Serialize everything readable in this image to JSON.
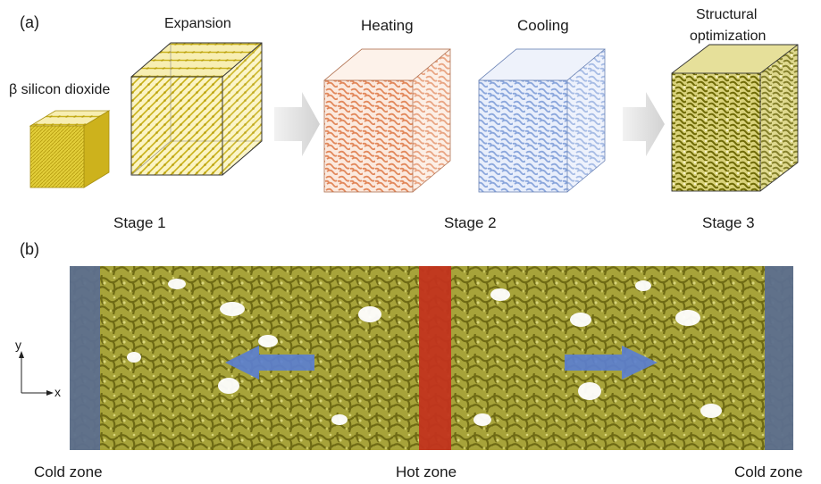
{
  "panel_a": {
    "label": "(a)",
    "source": "β silicon dioxide",
    "steps": [
      "Expansion",
      "Heating",
      "Cooling"
    ],
    "opt_line1": "Structural",
    "opt_line2": "optimization",
    "stages": [
      "Stage 1",
      "Stage 2",
      "Stage 3"
    ],
    "colors": {
      "crystal": "#d8c21a",
      "heating": "#e08c62",
      "cooling": "#8fa9de",
      "optimized": "#8c8c10",
      "arrow": "#dcdcdc"
    }
  },
  "panel_b": {
    "label": "(b)",
    "axis_y": "y",
    "axis_x": "x",
    "zones": [
      "Cold zone",
      "Hot zone",
      "Cold zone"
    ],
    "colors": {
      "structure": "#9a9a1e",
      "cold": "#5a6e8c",
      "hot": "#c0321c",
      "flow_arrow": "#5b7fd0"
    }
  }
}
